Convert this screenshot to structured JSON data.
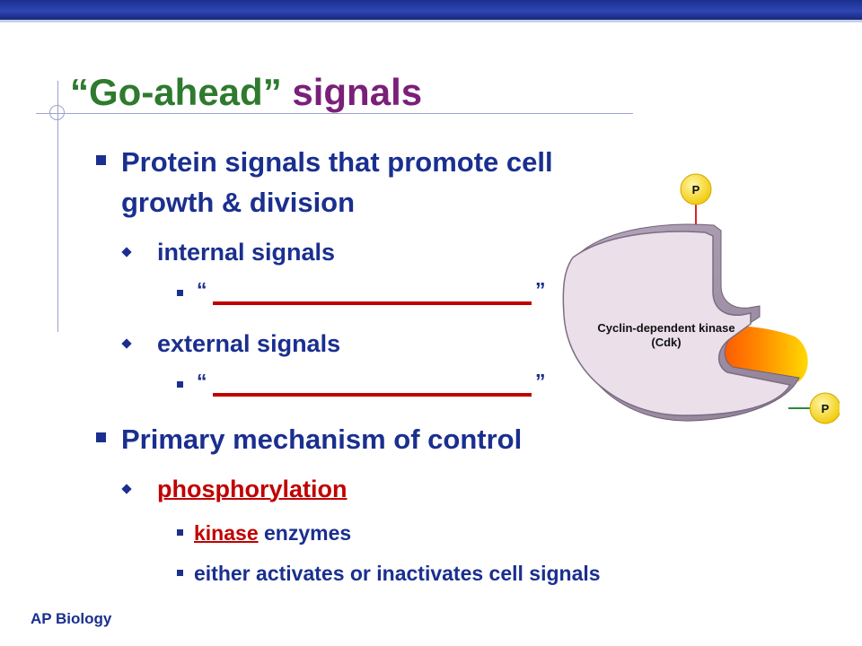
{
  "slide": {
    "title_part1": "“Go-ahead”",
    "title_part2": "signals",
    "footer": "AP Biology"
  },
  "bullets": {
    "b1_line1": "Protein signals that promote cell",
    "b1_line2": "growth & division",
    "internal": "internal signals",
    "internal_open_quote": "“",
    "internal_close_quote": "”",
    "external": "external signals",
    "external_open_quote": "“",
    "external_close_quote": "”",
    "b2": "Primary mechanism of control",
    "phosphorylation": "phosphorylation",
    "kinase": "kinase",
    "kinase_rest": " enzymes",
    "either": "either activates or inactivates cell signals"
  },
  "diagram": {
    "kinase_label_line1": "Cyclin-dependent kinase",
    "kinase_label_line2": "(Cdk)",
    "p_top": "P",
    "p_bottom": "P"
  },
  "colors": {
    "title_green": "#2e7a2e",
    "title_purple": "#7a1f7a",
    "text_blue": "#1a2f8f",
    "accent_red": "#c00000"
  }
}
